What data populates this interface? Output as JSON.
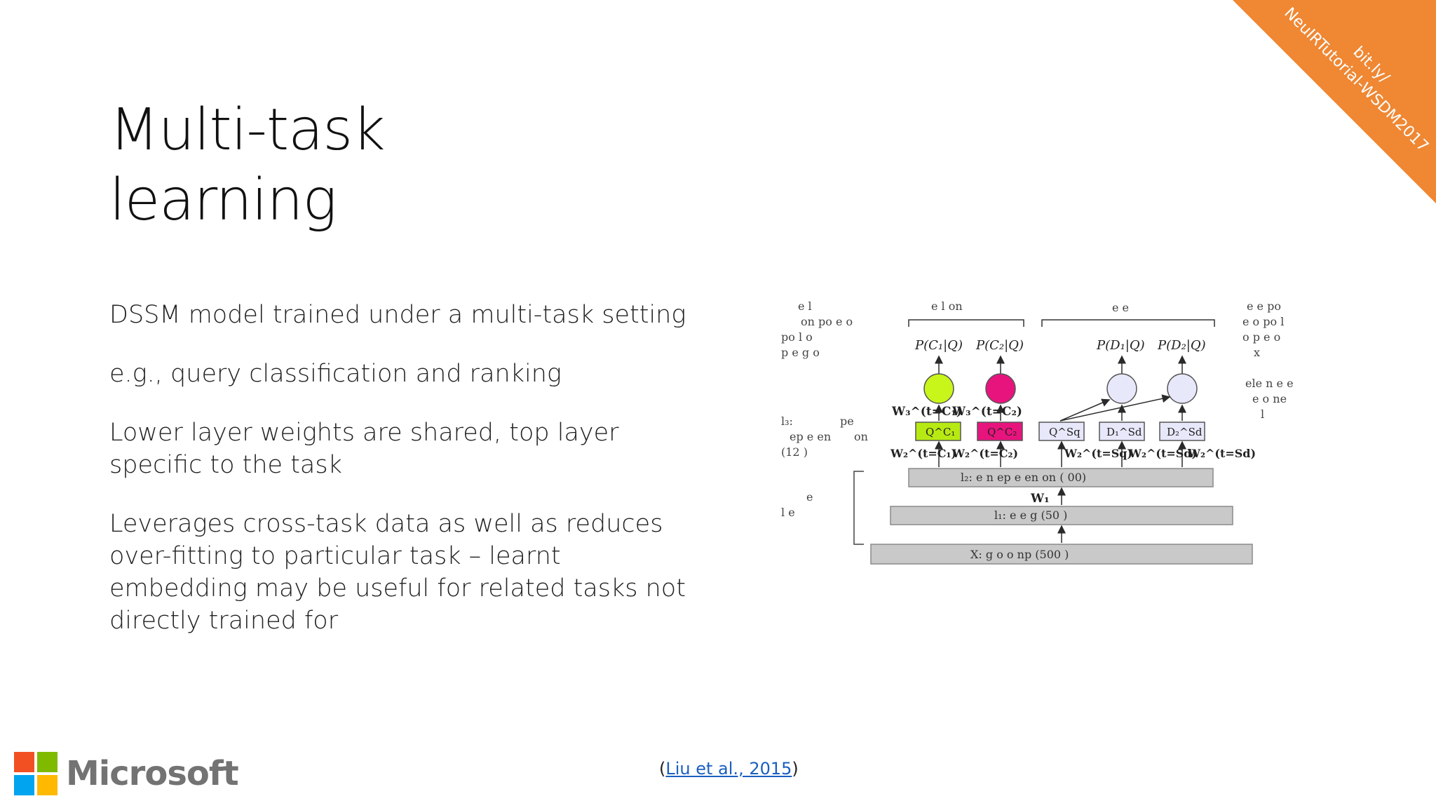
{
  "slide": {
    "title_line_1": "Multi-task",
    "title_line_2": "learning",
    "bullets": [
      "DSSM model trained under a multi-task setting",
      "e.g., query classification and ranking",
      "Lower layer weights are shared, top layer specific to the task",
      "Leverages cross-task data as well as reduces over-fitting to particular task – learnt embedding may be useful for related tasks not directly trained for"
    ],
    "citation": {
      "open_paren": "(",
      "link_text": "Liu et al., 2015",
      "close_paren": ")"
    },
    "ribbon": {
      "line_1": "bit.ly/",
      "line_2": "NeuIRTutorial-WSDM2017",
      "color": "#ef8733"
    },
    "logo": {
      "text": "Microsoft",
      "colors": [
        "#f25022",
        "#7fba00",
        "#00a4ef",
        "#ffb900"
      ]
    }
  },
  "diagram": {
    "left_header": [
      "e l",
      "on po e o",
      "po l o",
      "p e g o"
    ],
    "top_labels": [
      "e l on",
      "e e"
    ],
    "right_header": [
      "e e po",
      "e o po l",
      "o p e o",
      "x"
    ],
    "right_notes": [
      "ele n e e",
      "e o ne",
      "l"
    ],
    "left_layer_labels": [
      "l₃:",
      "pe",
      "ep e en",
      "on",
      "(12 )"
    ],
    "left_shared_label": [
      "e",
      "l e"
    ],
    "outputs": [
      "P(C₁|Q)",
      "P(C₂|Q)",
      "P(D₁|Q)",
      "P(D₂|Q)"
    ],
    "task_boxes": [
      "Q^C₁",
      "Q^C₂",
      "Q^Sq",
      "D₁^Sd",
      "D₂^Sd"
    ],
    "w3_labels": [
      "W₃^(t=C₁)",
      "W₃^(t=C₂)"
    ],
    "w2_labels": [
      "W₂^(t=C₁)",
      "W₂^(t=C₂)",
      "W₂^(t=Sq)",
      "W₂^(t=Sd)",
      "W₂^(t=Sd)"
    ],
    "layer_l2": "l₂: e n ep e en on ( 00)",
    "w1_label": "W₁",
    "layer_l1": "l₁: e e g (50 )",
    "layer_x": "X: g o o np (500 )",
    "colors": {
      "c1_node": "#c8f51a",
      "c2_node": "#e8147e",
      "doc_node": "#e8e8fb",
      "layer_fill": "#c9c9c9"
    }
  }
}
